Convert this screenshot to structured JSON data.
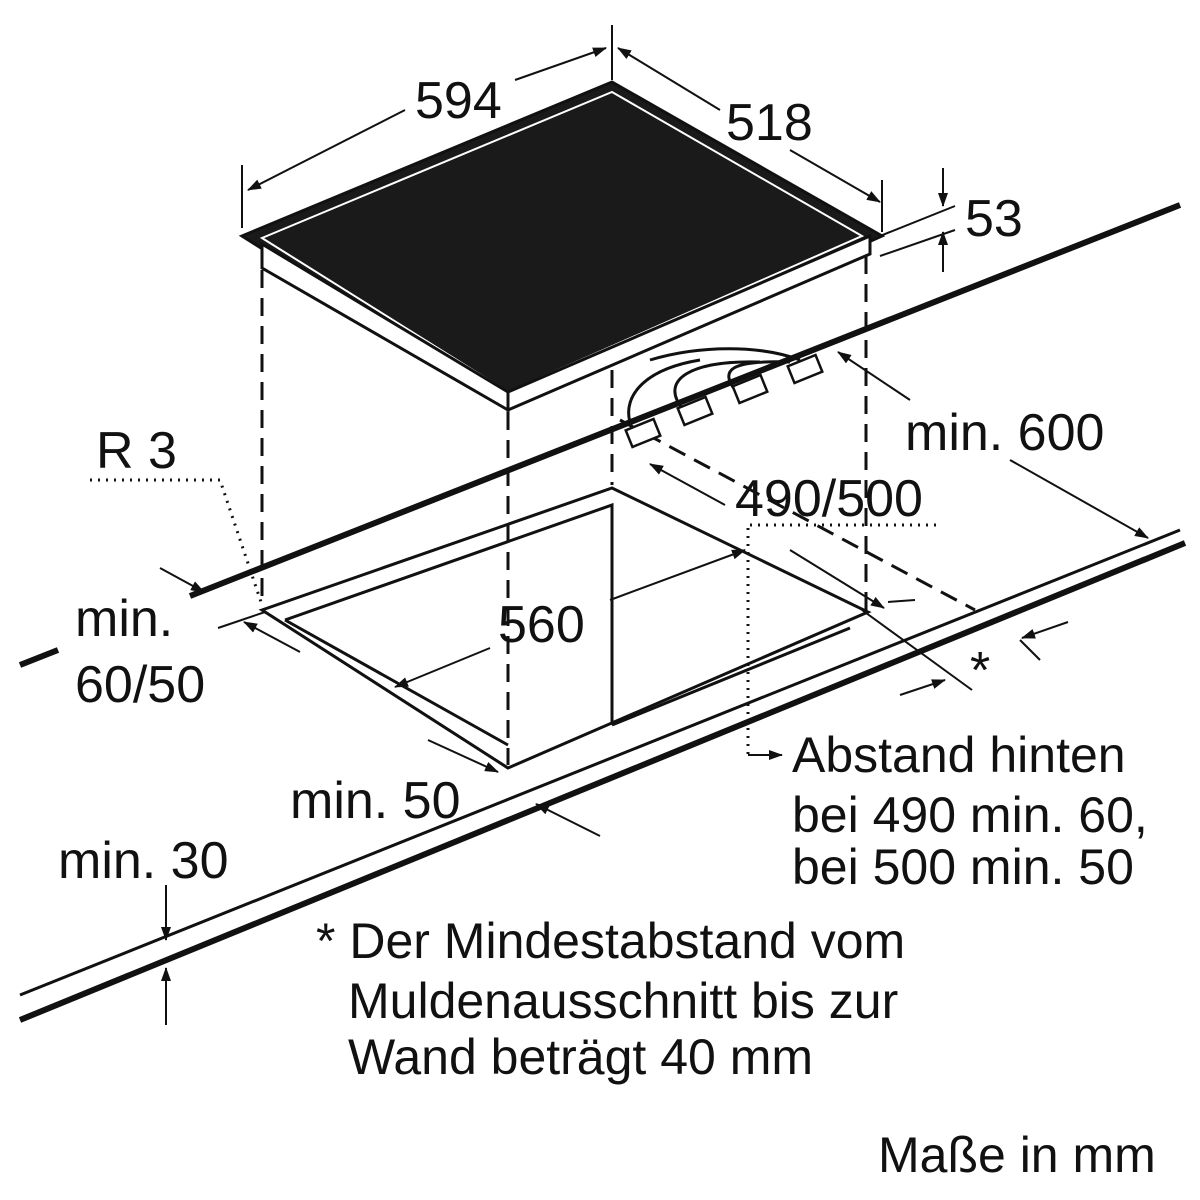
{
  "dimensions": {
    "width_label": "594",
    "depth_label": "518",
    "height_label": "53",
    "radius_label": "R 3",
    "min_600": "min. 600",
    "cutout_depth": "490/500",
    "cutout_width": "560",
    "min_60_50_line1": "min.",
    "min_60_50_line2": "60/50",
    "min_50": "min. 50",
    "min_30": "min. 30",
    "asterisk": "*"
  },
  "notes": {
    "rear_distance": [
      "Abstand hinten",
      "bei 490 min. 60,",
      "bei 500 min. 50"
    ],
    "footnote": [
      "* Der Mindestabstand vom",
      "Muldenausschnitt bis zur",
      "Wand beträgt 40 mm"
    ],
    "units": "Maße in mm"
  }
}
